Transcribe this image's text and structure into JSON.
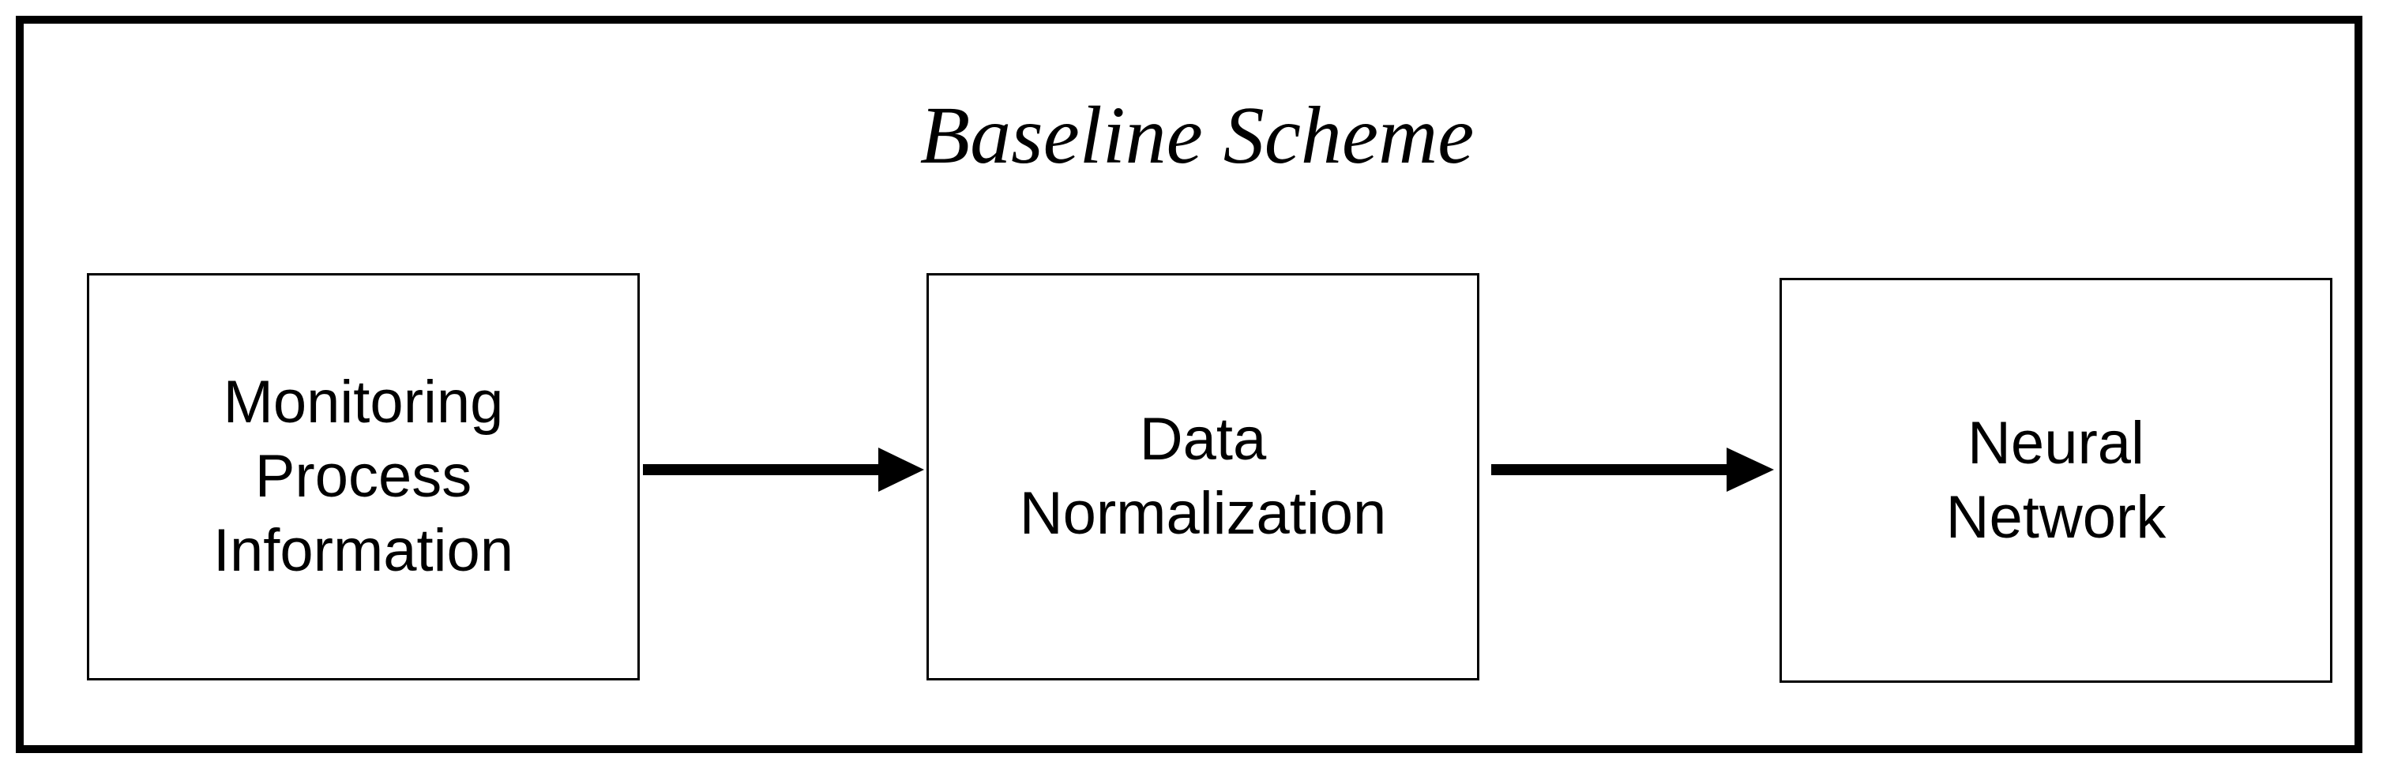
{
  "diagram": {
    "title": "Baseline Scheme",
    "steps": [
      {
        "lines": [
          "Monitoring",
          "Process",
          "Information"
        ]
      },
      {
        "lines": [
          "Data",
          "Normalization"
        ]
      },
      {
        "lines": [
          "Neural",
          "Network"
        ]
      }
    ],
    "colors": {
      "stroke": "#000000",
      "background": "#ffffff"
    }
  }
}
